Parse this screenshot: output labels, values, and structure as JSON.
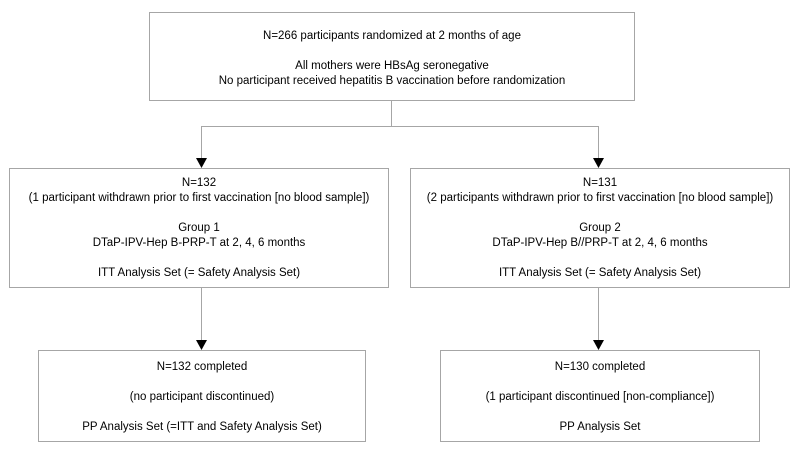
{
  "top_box": {
    "line1": "N=266 participants randomized at 2 months of age",
    "line2": "All mothers were HBsAg seronegative",
    "line3": "No participant received hepatitis B vaccination before randomization"
  },
  "group1_box": {
    "n": "N=132",
    "withdrawn": "(1 participant withdrawn prior to first vaccination [no blood sample])",
    "group": "Group 1",
    "vaccine": "DTaP-IPV-Hep B-PRP-T at 2, 4, 6 months",
    "analysis": "ITT Analysis Set (= Safety Analysis Set)"
  },
  "group2_box": {
    "n": "N=131",
    "withdrawn": "(2 participants withdrawn prior to first vaccination [no blood sample])",
    "group": "Group 2",
    "vaccine": "DTaP-IPV-Hep B//PRP-T at 2, 4, 6 months",
    "analysis": "ITT Analysis Set (= Safety Analysis Set)"
  },
  "completed1_box": {
    "n": "N=132 completed",
    "status": "(no participant discontinued)",
    "analysis": "PP Analysis Set  (=ITT and Safety Analysis Set)"
  },
  "completed2_box": {
    "n": "N=130 completed",
    "status": "(1 participant discontinued [non-compliance])",
    "analysis": "PP Analysis Set"
  }
}
